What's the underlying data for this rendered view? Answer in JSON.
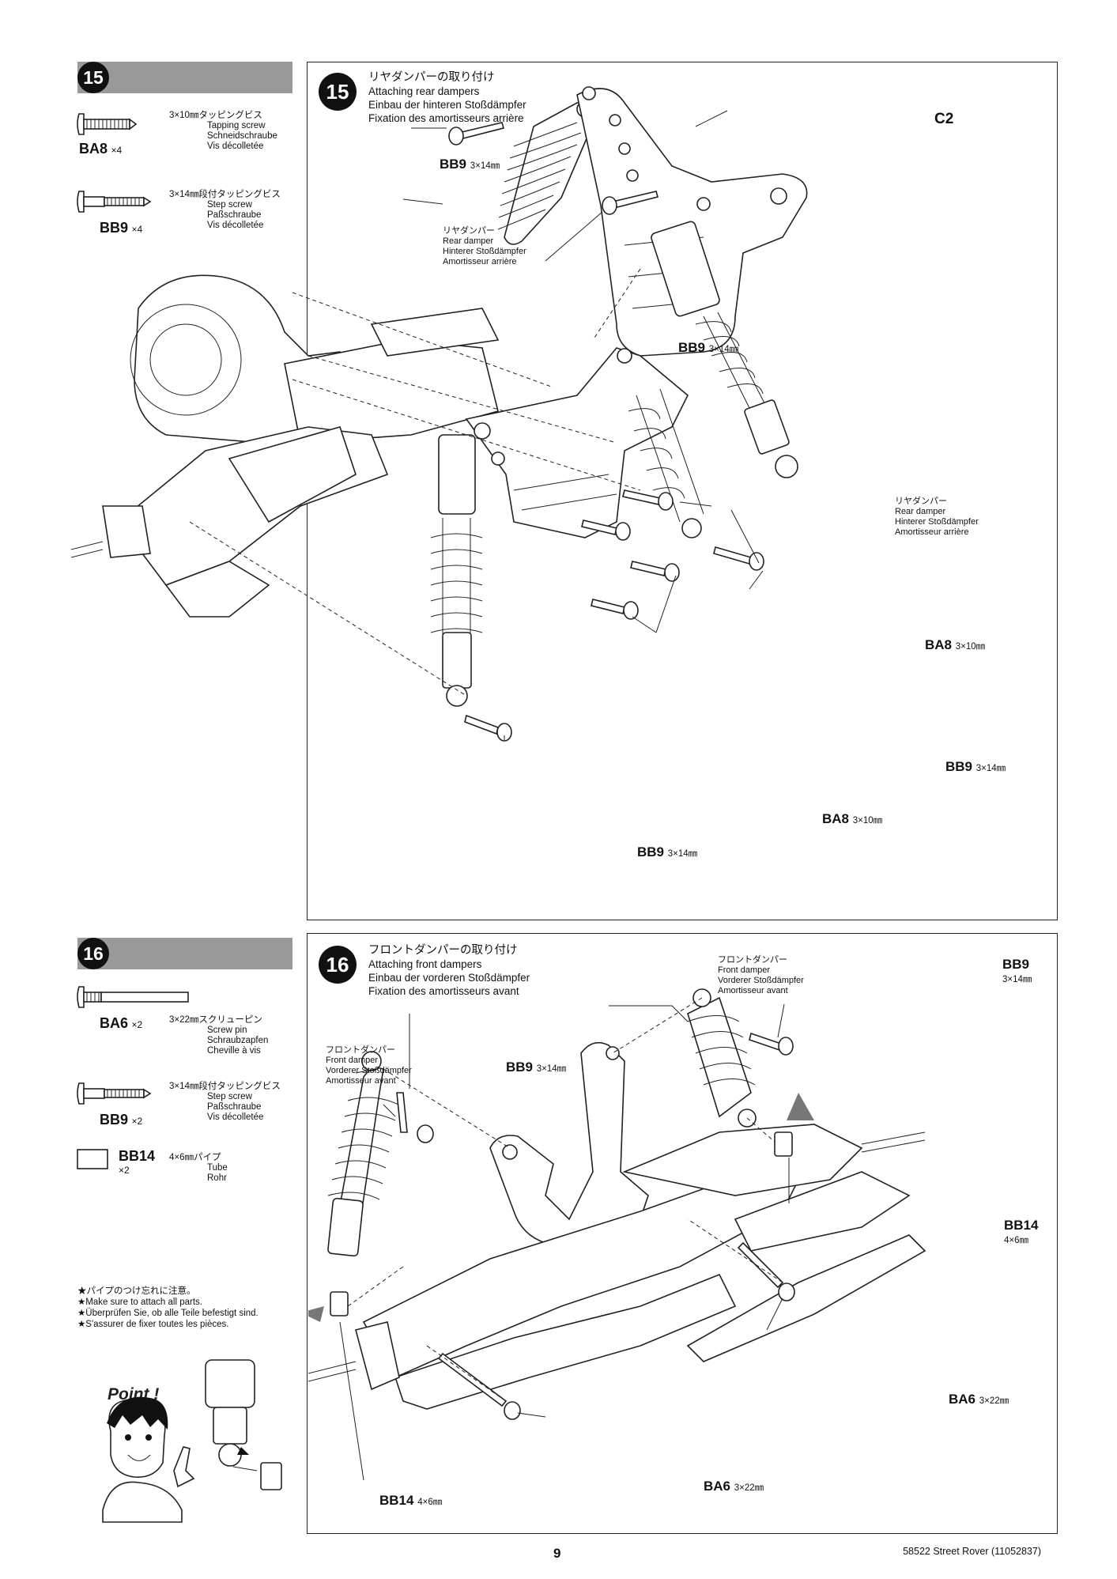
{
  "step15": {
    "number": "15",
    "parts": [
      {
        "code": "BA8",
        "qty": "×4",
        "desc_jp": "3×10㎜タッピングビス",
        "desc": [
          "Tapping screw",
          "Schneidschraube",
          "Vis décolletée"
        ]
      },
      {
        "code": "BB9",
        "qty": "×4",
        "desc_jp": "3×14㎜段付タッピングビス",
        "desc": [
          "Step screw",
          "Paßschraube",
          "Vis décolletée"
        ]
      }
    ],
    "title": [
      "リヤダンパーの取り付け",
      "Attaching rear dampers",
      "Einbau der hinteren Stoßdämpfer",
      "Fixation des amortisseurs arrière"
    ],
    "part_c2": "C2",
    "damper_label": [
      "リヤダンパー",
      "Rear damper",
      "Hinterer Stoßdämpfer",
      "Amortisseur arrière"
    ],
    "bb9": "BB9",
    "bb9_size": "3×14㎜",
    "ba8": "BA8",
    "ba8_size": "3×10㎜"
  },
  "step16": {
    "number": "16",
    "parts": [
      {
        "code": "BA6",
        "qty": "×2",
        "desc_jp": "3×22㎜スクリューピン",
        "desc": [
          "Screw pin",
          "Schraubzapfen",
          "Cheville à vis"
        ]
      },
      {
        "code": "BB9",
        "qty": "×2",
        "desc_jp": "3×14㎜段付タッピングビス",
        "desc": [
          "Step screw",
          "Paßschraube",
          "Vis décolletée"
        ]
      },
      {
        "code": "BB14",
        "qty": "×2",
        "desc_jp": "4×6㎜パイプ",
        "desc": [
          "Tube",
          "Rohr"
        ]
      }
    ],
    "title": [
      "フロントダンパーの取り付け",
      "Attaching front dampers",
      "Einbau der vorderen Stoßdämpfer",
      "Fixation des amortisseurs avant"
    ],
    "damper_label": [
      "フロントダンパー",
      "Front damper",
      "Vorderer Stoßdämpfer",
      "Amortisseur avant"
    ],
    "bb9": "BB9",
    "bb9_size": "3×14㎜",
    "bb14": "BB14",
    "bb14_size": "4×6㎜",
    "ba6": "BA6",
    "ba6_size": "3×22㎜",
    "notes": [
      "★パイプのつけ忘れに注意。",
      "★Make sure to attach all parts.",
      "★Überprüfen Sie, ob alle Teile befestigt sind.",
      "★S'assurer de fixer toutes les pièces."
    ],
    "point": "Point !"
  },
  "page_number": "9",
  "footer": "58522 Street Rover (11052837)"
}
